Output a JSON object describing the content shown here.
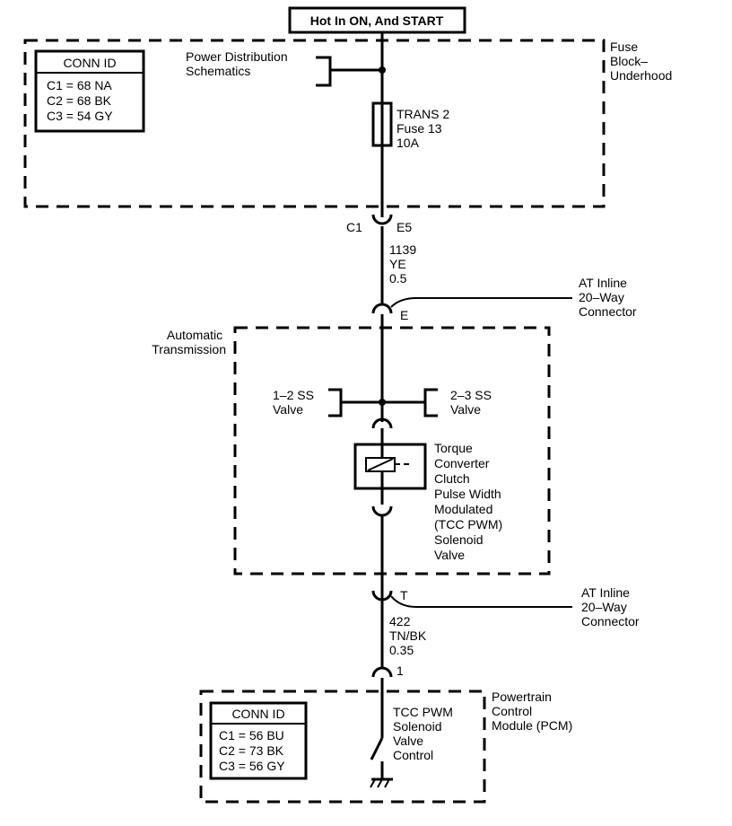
{
  "header": {
    "power_label": "Hot In ON, And START"
  },
  "fuse_block": {
    "name_lines": [
      "Fuse",
      "Block–",
      "Underhood"
    ],
    "conn_id": {
      "title": "CONN ID",
      "rows": [
        "C1 = 68 NA",
        "C2 = 68 BK",
        "C3 = 54 GY"
      ]
    },
    "power_ref_lines": [
      "Power Distribution",
      "Schematics"
    ],
    "fuse_lines": [
      "TRANS 2",
      "Fuse 13",
      "10A"
    ]
  },
  "connector_c1": {
    "left": "C1",
    "right": "E5"
  },
  "wire_1139": {
    "lines": [
      "1139",
      "YE",
      "0.5"
    ]
  },
  "inline_top": {
    "pin": "E",
    "lines": [
      "AT Inline",
      "20–Way",
      "Connector"
    ]
  },
  "transmission": {
    "name_lines": [
      "Automatic",
      "Transmission"
    ],
    "valve_left": [
      "1–2 SS",
      "Valve"
    ],
    "valve_right": [
      "2–3 SS",
      "Valve"
    ],
    "solenoid_lines": [
      "Torque",
      "Converter",
      "Clutch",
      "Pulse Width",
      "Modulated",
      "(TCC PWM)",
      "Solenoid",
      "Valve"
    ]
  },
  "inline_bottom": {
    "pin": "T",
    "lines": [
      "AT Inline",
      "20–Way",
      "Connector"
    ]
  },
  "wire_422": {
    "lines": [
      "422",
      "TN/BK",
      "0.35"
    ]
  },
  "pcm": {
    "pin": "1",
    "name_lines": [
      "Powertrain",
      "Control",
      "Module (PCM)"
    ],
    "conn_id": {
      "title": "CONN ID",
      "rows": [
        "C1 = 56 BU",
        "C2 = 73 BK",
        "C3 = 56 GY"
      ]
    },
    "control_lines": [
      "TCC PWM",
      "Solenoid",
      "Valve",
      "Control"
    ]
  }
}
